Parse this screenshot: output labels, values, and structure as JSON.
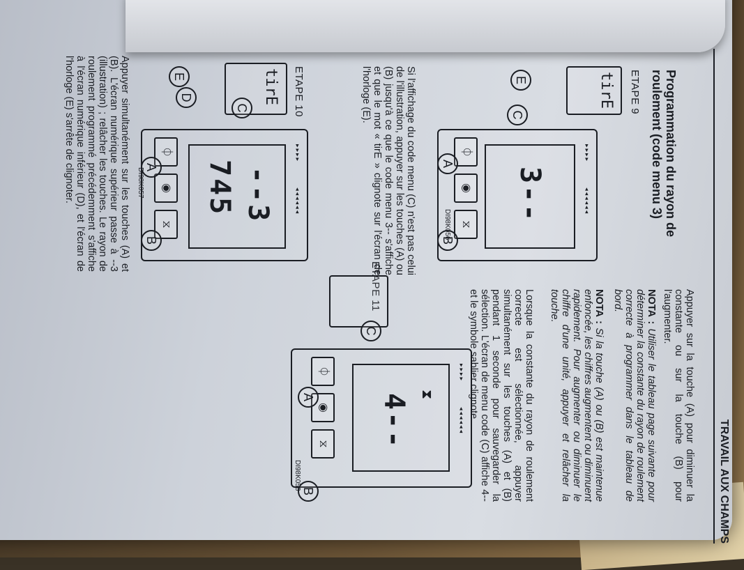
{
  "header": "TRAVAIL AUX CHAMPS",
  "title_line1": "Programmation du rayon de",
  "title_line2": "roulement (code menu 3)",
  "etape9": "ETAPE 9",
  "etape10": "ETAPE 10",
  "etape11": "ETAPE 11",
  "fig1": {
    "code": "DI98K056",
    "display": "3--",
    "clock": "tirE",
    "A": "A",
    "B": "B",
    "C": "C",
    "E": "E"
  },
  "fig2": {
    "code": "DI98K057",
    "display_top": "--3",
    "display_bottom": "745",
    "clock": "tirE",
    "A": "A",
    "B": "B",
    "C": "C",
    "D": "D",
    "E": "E"
  },
  "fig3": {
    "code": "DI98K058",
    "display": "4--",
    "A": "A",
    "B": "B",
    "C": "C"
  },
  "para_left_1": "Si l'affichage du code menu (C) n'est pas celui de l'illustration, appuyer sur les touches (A) ou (B) jusqu'à ce que le code menu 3-- s'affiche et que le mot « tirE » clignote sur l'écran de l'horloge (E).",
  "para_left_2": "Appuyer simultanément sur les touches (A) et (B). L'écran numérique supérieur passe à --3 (illustration) ; relâcher les touches. Le rayon de roulement programmé précédemment s'affiche à l'écran numérique inférieur (D), et l'écran de l'horloge (E) s'arrête de clignoter.",
  "para_right_1": "Appuyer sur la touche (A) pour diminuer la constante ou sur la touche (B) pour l'augmenter.",
  "nota1_label": "NOTA :",
  "nota1_text": "Utiliser le tableau page suivante pour déterminer la constante du rayon de roulement correcte à programmer dans le tableau de bord.",
  "nota2_label": "NOTA :",
  "nota2_text": "Si la touche (A) ou (B) est maintenue enfoncée, les chiffres augmentent ou diminuent rapidement. Pour augmenter ou diminuer le chiffre d'une unité, appuyer et relâcher la touche.",
  "para_right_2": "Lorsque la constante du rayon de roulement correcte est sélectionnée, appuyer simultanément sur les touches (A) et (B) pendant 1 seconde pour sauvegarder la sélection. L'écran de menu code (C) affiche 4-- et le symbole sablier clignote."
}
